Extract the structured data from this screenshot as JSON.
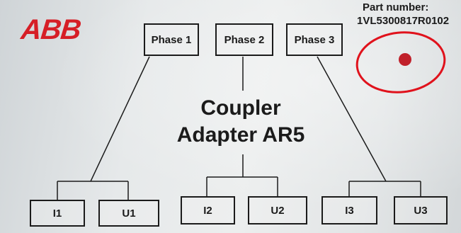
{
  "logo": "ABB",
  "part": {
    "label": "Part number:",
    "value": "1VL5300817R0102"
  },
  "title": {
    "line1": "Coupler",
    "line2": "Adapter AR5"
  },
  "phases": [
    "Phase 1",
    "Phase 2",
    "Phase 3"
  ],
  "terminals": [
    "I1",
    "U1",
    "I2",
    "U2",
    "I3",
    "U3"
  ],
  "colors": {
    "logo_red": "#d61e26",
    "marker_red": "#c0202a",
    "ink": "#1b1b1b",
    "label_background": "#e6e9ea"
  }
}
